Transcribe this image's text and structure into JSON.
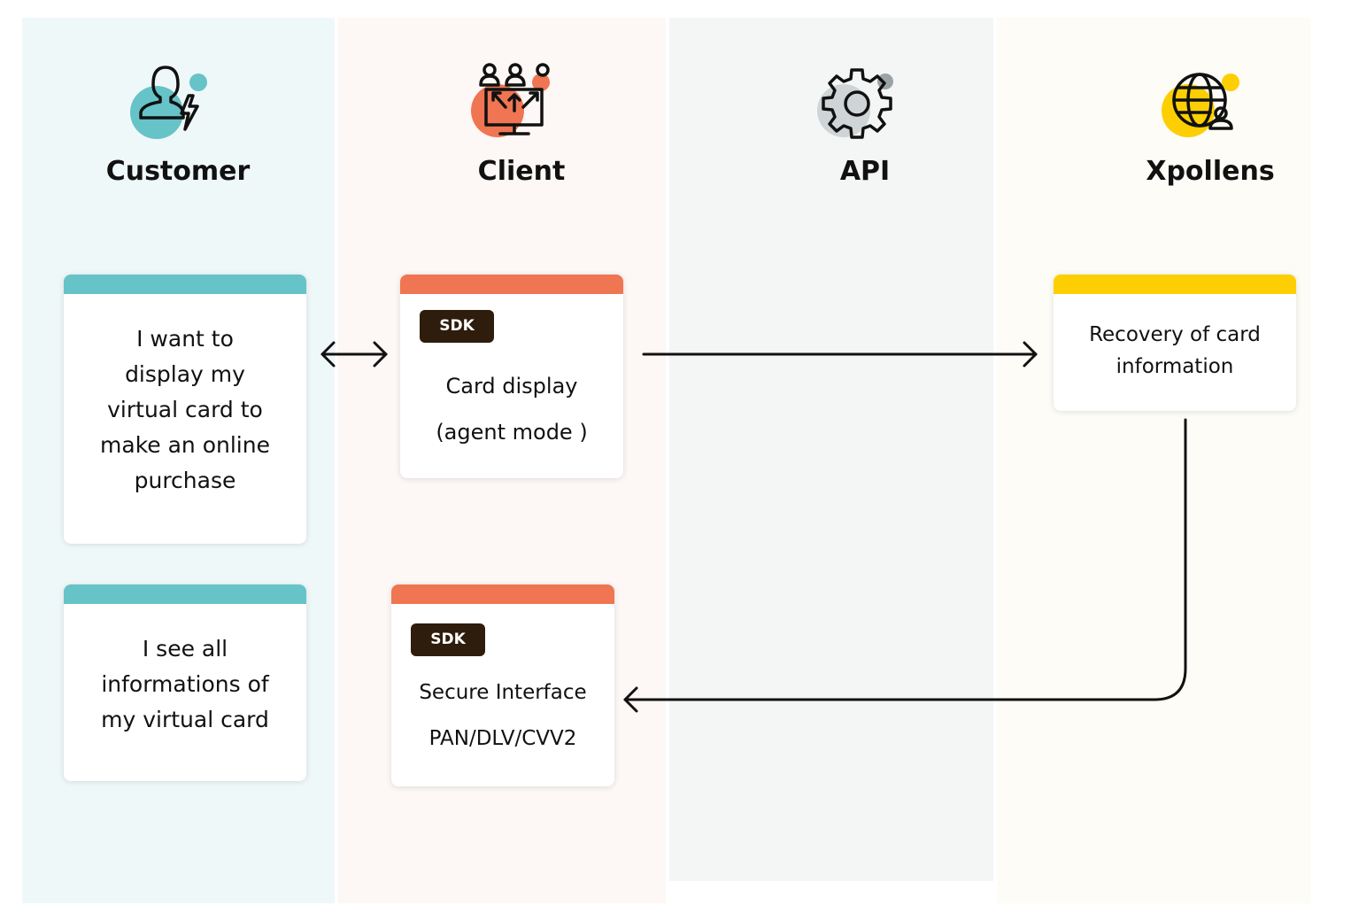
{
  "colors": {
    "customer_lane": "#eff8f9",
    "client_lane": "#fdf7f5",
    "api_lane": "#f4f6f5",
    "xpollens_lane": "#fdfcf6",
    "teal": "#66c3c8",
    "orange": "#ef7553",
    "gray": "#cfd5d6",
    "yellow": "#fdcf03",
    "sdk_badge": "#2e1c0c"
  },
  "lanes": [
    {
      "title": "Customer",
      "icon": "customer-bolt-icon"
    },
    {
      "title": "Client",
      "icon": "users-monitor-icon"
    },
    {
      "title": "API",
      "icon": "gear-icon"
    },
    {
      "title": "Xpollens",
      "icon": "globe-person-icon"
    }
  ],
  "cards": {
    "customer_display": {
      "text": "I want to\ndisplay my\nvirtual card to\nmake an online\npurchase"
    },
    "customer_view": {
      "text": "I see all\ninformations of\nmy virtual card"
    },
    "client_display": {
      "badge": "SDK",
      "text": "Card display\n(agent mode )"
    },
    "client_secure": {
      "badge": "SDK",
      "text": "Secure Interface\nPAN/DLV/CVV2"
    },
    "xpollens_recovery": {
      "text": "Recovery of card\ninformation"
    }
  }
}
